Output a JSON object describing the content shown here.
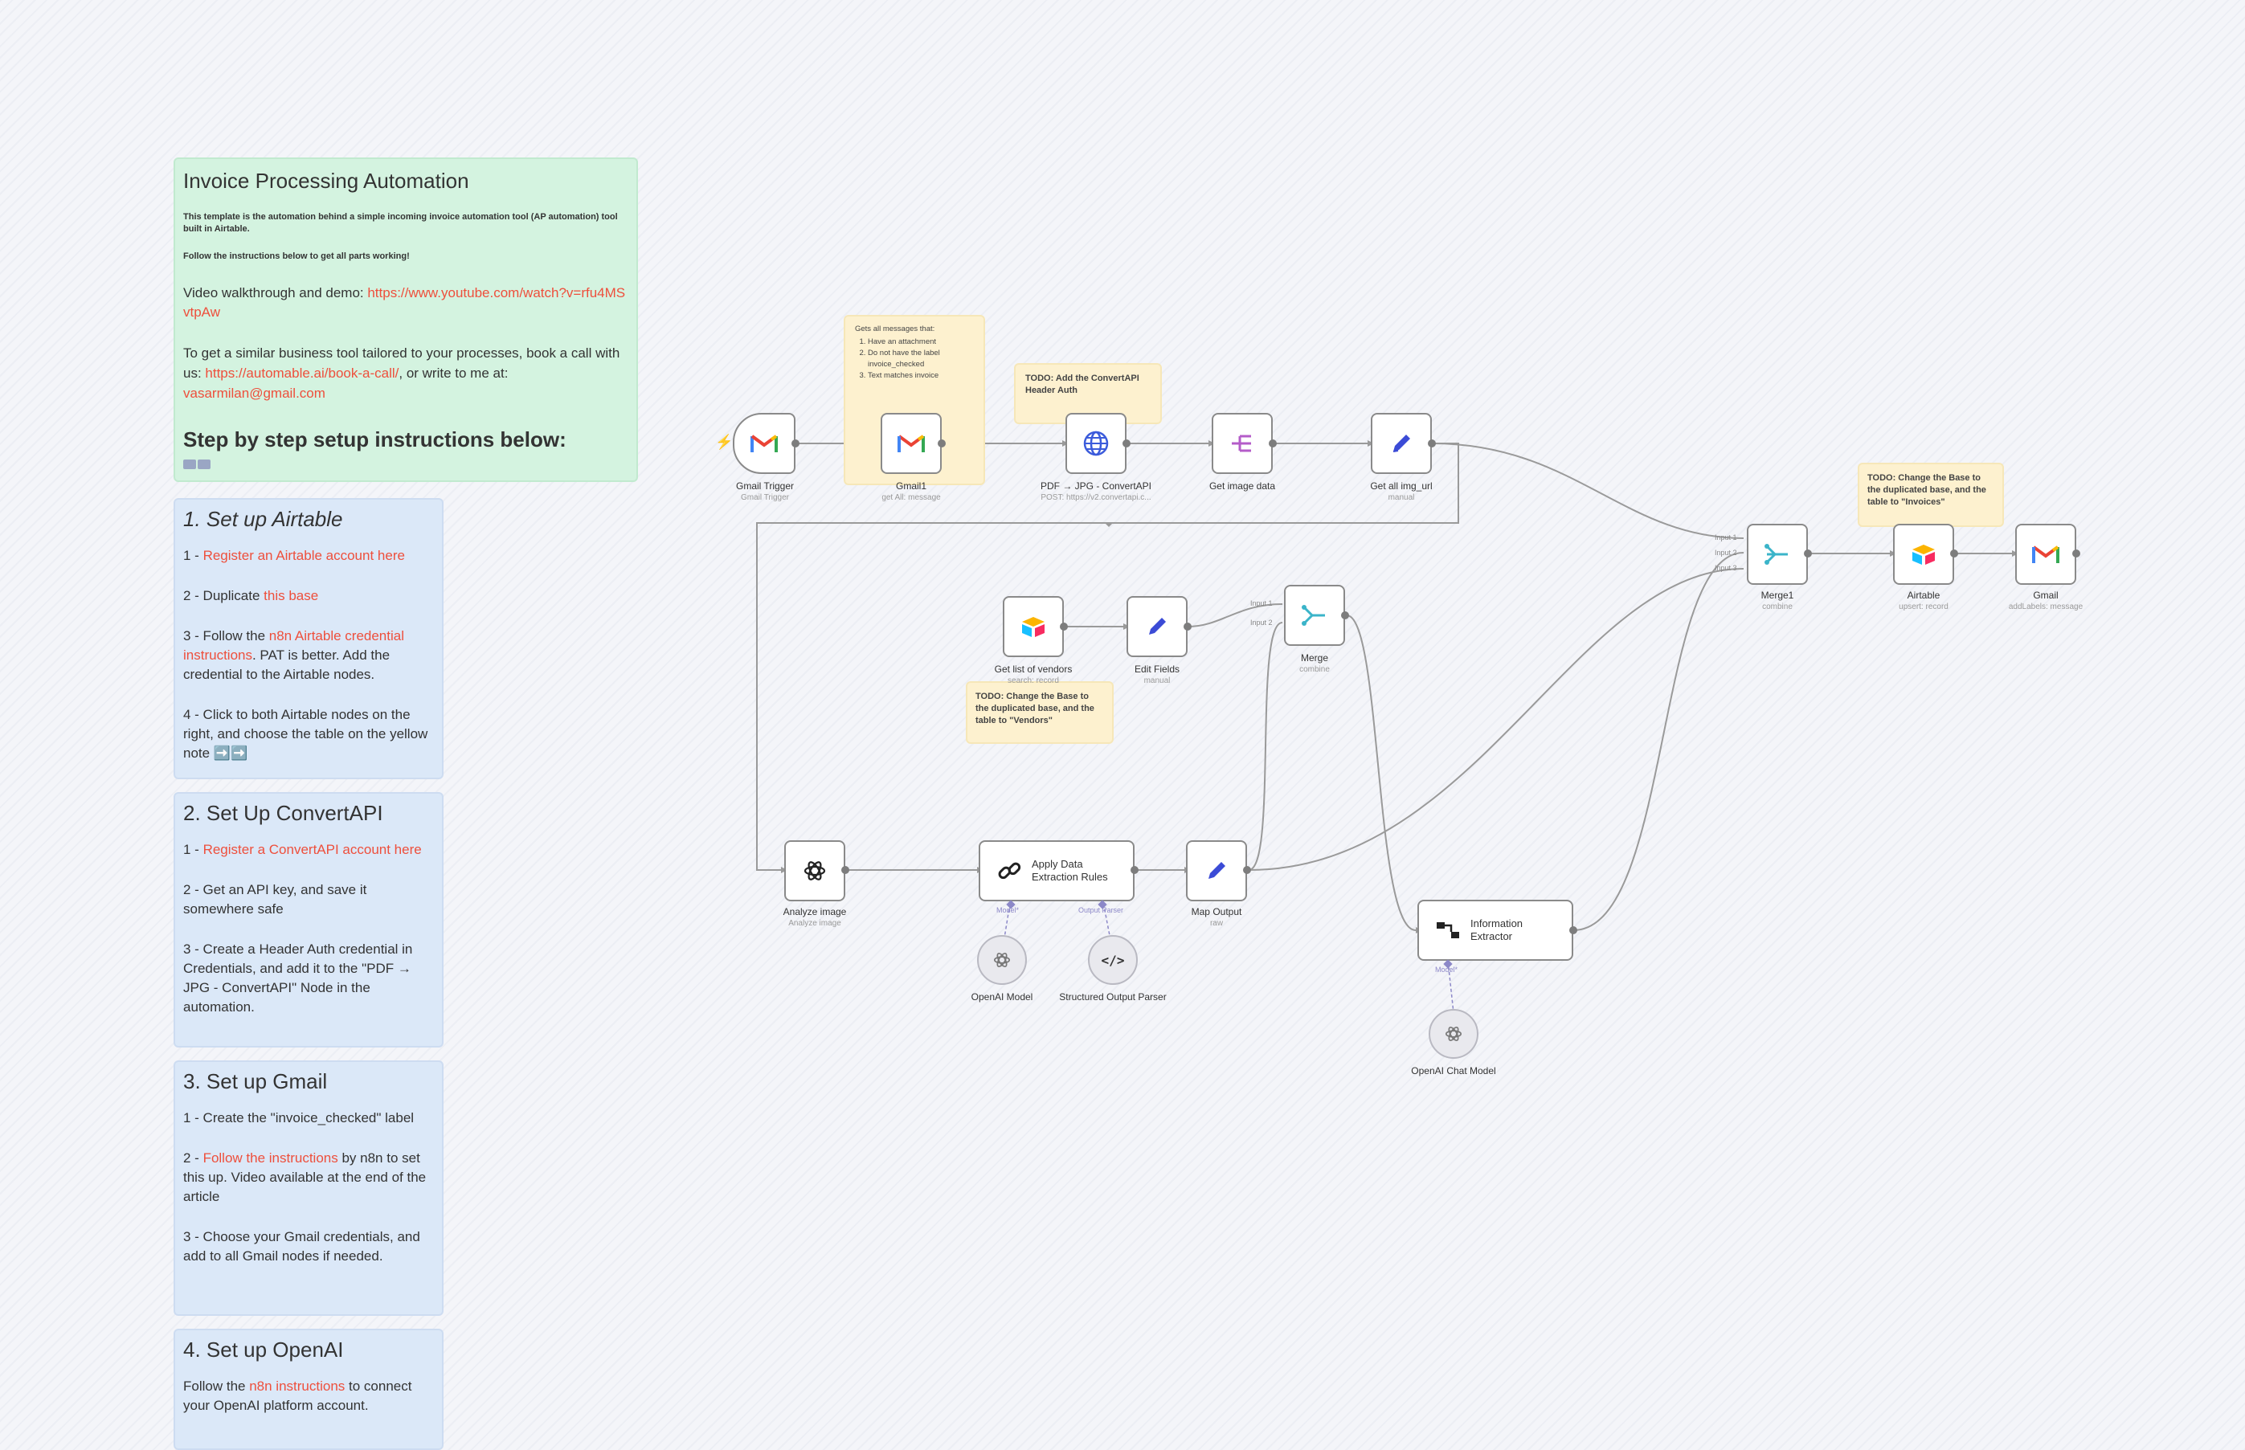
{
  "intro": {
    "title": "Invoice Processing Automation",
    "p1": "This template is the automation behind a simple incoming invoice automation tool (AP automation) tool built in Airtable.",
    "p2": "Follow the instructions below to get all parts working!",
    "video_prefix": "Video walkthrough and demo: ",
    "video_link": "https://www.youtube.com/watch?v=rfu4MSvtpAw",
    "book_prefix": "To get a similar business tool tailored to your processes, book a call with us: ",
    "book_link": "https://automable.ai/book-a-call/",
    "book_mid": ", or write to me at: ",
    "email": "vasarmilan@gmail.com",
    "steps_heading": "Step by step setup instructions below:"
  },
  "airtable_note": {
    "title": "1. Set up Airtable",
    "s1_prefix": "1 - ",
    "s1_link": "Register an Airtable account here",
    "s2_prefix": "2 - Duplicate ",
    "s2_link": "this base",
    "s3_prefix": "3 - Follow the ",
    "s3_link": "n8n Airtable credential instructions",
    "s3_suffix": ". PAT is better. Add the credential to the Airtable nodes.",
    "s4": "4 - Click to both Airtable nodes on the right, and choose the table on the yellow note ➡️➡️"
  },
  "convertapi_note": {
    "title": "2. Set Up ConvertAPI",
    "s1_prefix": "1 - ",
    "s1_link": "Register a ConvertAPI account here",
    "s2": "2 - Get an API key, and save it somewhere safe",
    "s3": "3 - Create a Header Auth credential in Credentials, and add it to the \"PDF → JPG - ConvertAPI\" Node in the automation."
  },
  "gmail_note": {
    "title": "3. Set up Gmail",
    "s1": "1 - Create the \"invoice_checked\" label",
    "s2_prefix": "2 - ",
    "s2_link": "Follow the instructions",
    "s2_suffix": " by n8n to set this up. Video available at the end of the article",
    "s3": "3 - Choose your Gmail credentials, and add to all Gmail nodes if needed."
  },
  "openai_note": {
    "title": "4. Set up OpenAI",
    "s1_prefix": "Follow the ",
    "s1_link": "n8n instructions",
    "s1_suffix": " to connect your OpenAI platform account."
  },
  "sticky_gets": {
    "heading": "Gets all messages that:",
    "items": [
      "Have an attachment",
      "Do not have the label invoice_checked",
      "Text matches invoice"
    ]
  },
  "sticky_convertapi": "TODO: Add the ConvertAPI Header Auth",
  "sticky_vendors": "TODO: Change the Base to the duplicated base, and the table to \"Vendors\"",
  "sticky_invoices": "TODO: Change the Base to the duplicated base, and the table to \"Invoices\"",
  "nodes": {
    "gmail_trigger": {
      "label": "Gmail Trigger",
      "sub": "Gmail Trigger"
    },
    "gmail1": {
      "label": "Gmail1",
      "sub": "get All: message"
    },
    "pdf_jpg": {
      "label": "PDF → JPG - ConvertAPI",
      "sub": "POST: https://v2.convertapi.c..."
    },
    "get_image_data": {
      "label": "Get image data",
      "sub": ""
    },
    "get_all_img": {
      "label": "Get all img_url",
      "sub": "manual"
    },
    "get_vendors": {
      "label": "Get list of vendors",
      "sub": "search: record"
    },
    "edit_fields": {
      "label": "Edit Fields",
      "sub": "manual"
    },
    "merge": {
      "label": "Merge",
      "sub": "combine",
      "in1": "Input 1",
      "in2": "Input 2"
    },
    "merge1": {
      "label": "Merge1",
      "sub": "combine",
      "in1": "Input 1",
      "in2": "Input 2",
      "in3": "Input 3"
    },
    "airtable": {
      "label": "Airtable",
      "sub": "upsert: record"
    },
    "gmail": {
      "label": "Gmail",
      "sub": "addLabels: message"
    },
    "analyze_image": {
      "label": "Analyze image",
      "sub": "Analyze image"
    },
    "apply_rules": {
      "label": "Apply Data Extraction Rules",
      "model": "Model*",
      "parser": "Output Parser"
    },
    "map_output": {
      "label": "Map Output",
      "sub": "raw"
    },
    "info_extractor": {
      "label": "Information Extractor",
      "model": "Model*"
    },
    "openai_model": {
      "label": "OpenAI Model"
    },
    "structured_parser": {
      "label": "Structured Output Parser"
    },
    "openai_chat": {
      "label": "OpenAI Chat Model"
    }
  },
  "colors": {
    "link": "#ee4f3c",
    "green_note": "#d4f3e0",
    "blue_note": "#dbe8f8",
    "yellow_note": "#fdf1cf"
  }
}
